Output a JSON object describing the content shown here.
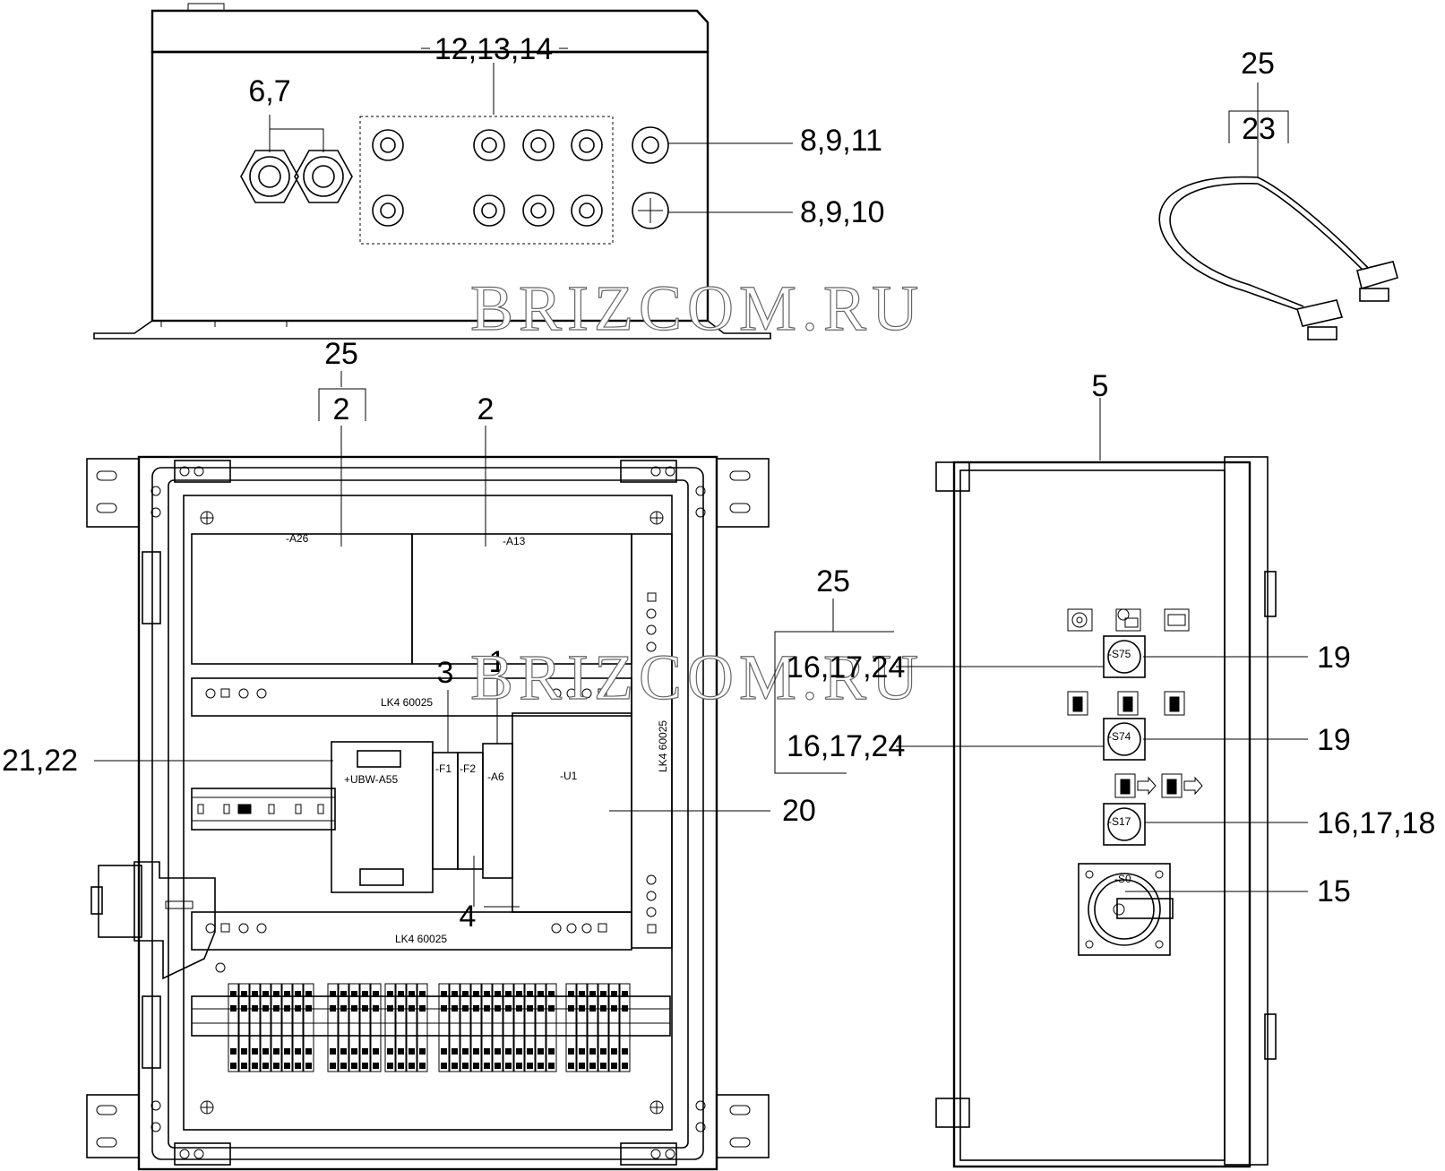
{
  "watermark": "BRIZCOM.RU",
  "callouts": {
    "c12_13_14": "12,13,14",
    "c6_7": "6,7",
    "c8_9_11": "8,9,11",
    "c8_9_10": "8,9,10",
    "c25_top": "25",
    "c23": "23",
    "c25_left": "25",
    "c2_boxed": "2",
    "c2": "2",
    "c5": "5",
    "c25_mid": "25",
    "c16_17_24_a": "16,17,24",
    "c16_17_24_b": "16,17,24",
    "c19_a": "19",
    "c19_b": "19",
    "c16_17_18": "16,17,18",
    "c15": "15",
    "c3": "3",
    "c1": "1",
    "c21_22": "21,22",
    "c20": "20",
    "c4": "4"
  },
  "component_labels": {
    "a26": "-A26",
    "a13": "-A13",
    "lk4_top": "LK4 60025",
    "lk4_bottom": "LK4 60025",
    "lk4_vertical": "LK4 60025",
    "ubw": "+UBW-A55",
    "f1": "-F1",
    "f2": "-F2",
    "a6": "-A6",
    "u1": "-U1",
    "s75": "-S75",
    "s74": "-S74",
    "s17": "-S17",
    "s0": "-S0"
  }
}
